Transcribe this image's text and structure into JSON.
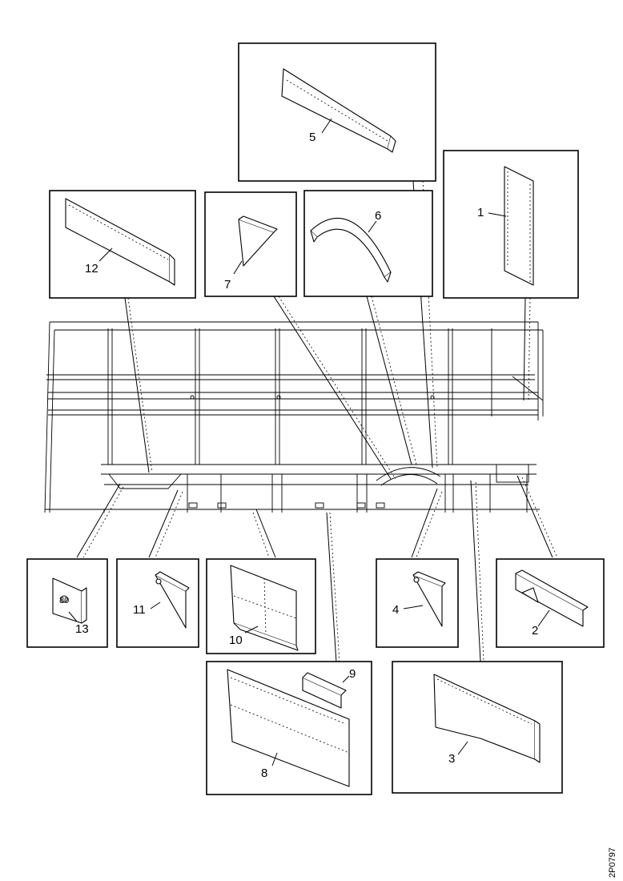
{
  "diagram": {
    "callouts": {
      "c1": "1",
      "c2": "2",
      "c3": "3",
      "c4": "4",
      "c5": "5",
      "c6": "6",
      "c7": "7",
      "c8": "8",
      "c9": "9",
      "c10": "10",
      "c11": "11",
      "c12": "12",
      "c13": "13"
    },
    "drawing_number": "2P0797"
  }
}
